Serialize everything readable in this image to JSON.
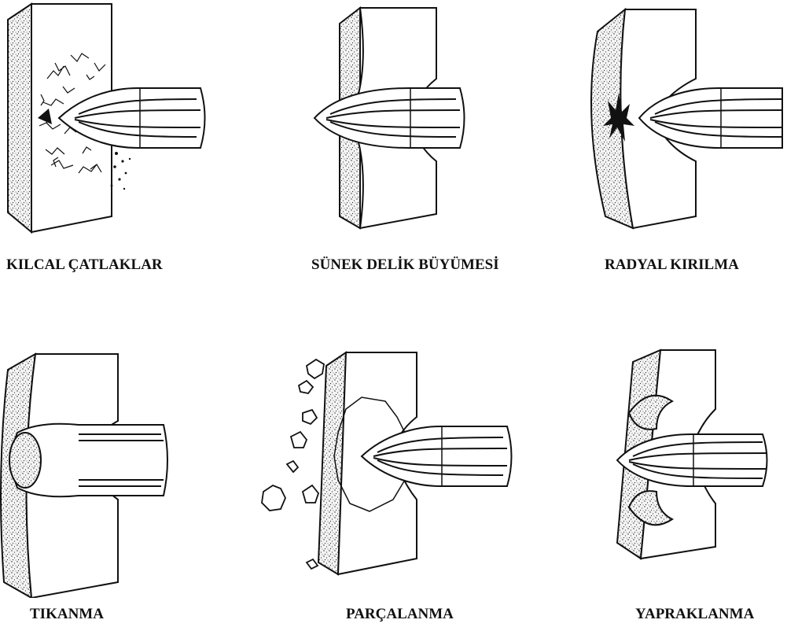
{
  "figure": {
    "panels": [
      {
        "id": "capillary",
        "caption": "KILCAL ÇATLAKLAR"
      },
      {
        "id": "ductile",
        "caption": "SÜNEK DELİK BÜYÜMESİ"
      },
      {
        "id": "radial",
        "caption": "RADYAL KIRILMA"
      },
      {
        "id": "plugging",
        "caption": "TIKANMA"
      },
      {
        "id": "fragmentation",
        "caption": "PARÇALANMA"
      },
      {
        "id": "petaling",
        "caption": "YAPRAKLANMA"
      }
    ]
  }
}
